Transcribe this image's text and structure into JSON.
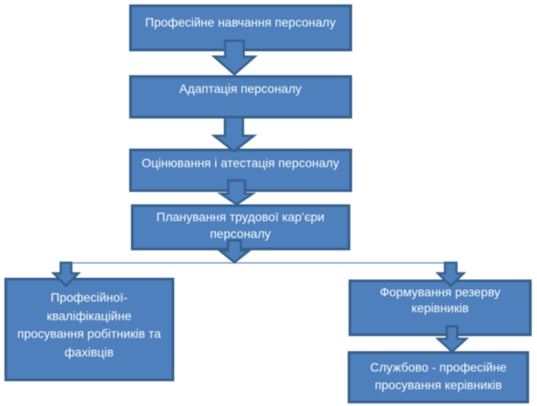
{
  "diagram": {
    "type": "flowchart",
    "colors": {
      "node_fill": "#4d80bc",
      "node_border": "#35608d",
      "node_text": "#ffffff",
      "connector": "#4876b4",
      "page_background": "#ffffff"
    },
    "nodes": {
      "training": {
        "lines": [
          "Професійне навчання персоналу"
        ]
      },
      "adaptation": {
        "lines": [
          "Адаптація персоналу"
        ]
      },
      "evaluation": {
        "lines": [
          "Оцінювання і атестація персоналу"
        ]
      },
      "career_planning": {
        "lines": [
          "Планування трудової кар’єри",
          "персоналу"
        ]
      },
      "qualification": {
        "lines": [
          "Професійної-",
          "кваліфікаційне",
          "просування робітників та",
          "фахівців"
        ]
      },
      "reserve": {
        "lines": [
          "Формування резерву",
          "керівників"
        ]
      },
      "service": {
        "lines": [
          "Службово - професійне",
          "просування керівників"
        ]
      }
    }
  }
}
